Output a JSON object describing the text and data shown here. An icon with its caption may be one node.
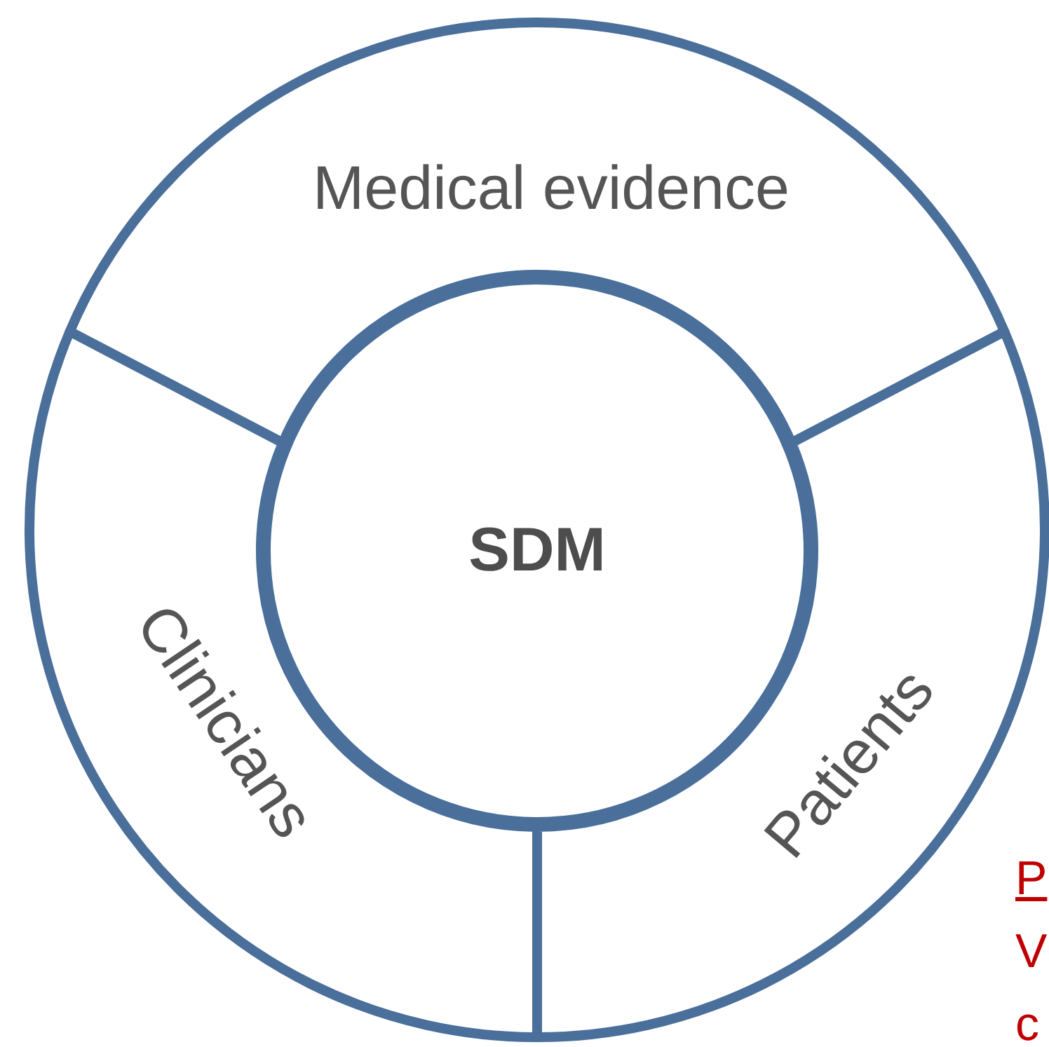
{
  "diagram": {
    "nodes": [
      {
        "text": [
          "Medical evidence"
        ]
      },
      {
        "text": [
          "SDM"
        ]
      },
      {
        "text": [
          "Clinicians"
        ]
      },
      {
        "text": [
          "Patients"
        ]
      }
    ],
    "labels": [
      "P",
      "V",
      "c"
    ]
  }
}
